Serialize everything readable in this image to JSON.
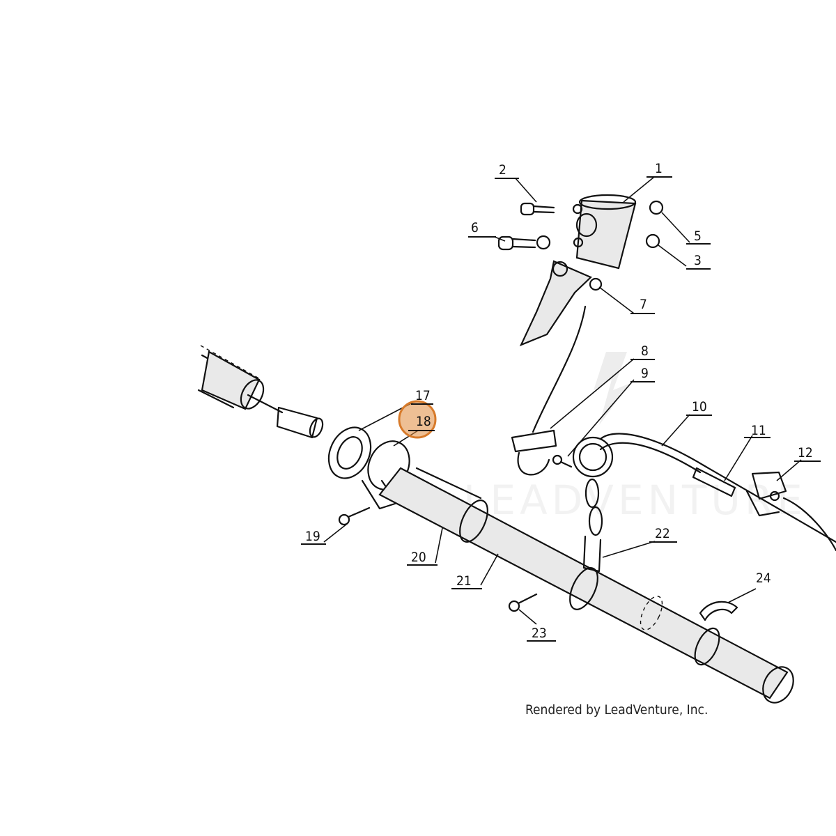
{
  "diagram": {
    "callouts": [
      {
        "id": "1",
        "label": "1"
      },
      {
        "id": "2",
        "label": "2"
      },
      {
        "id": "3",
        "label": "3"
      },
      {
        "id": "5",
        "label": "5"
      },
      {
        "id": "6",
        "label": "6"
      },
      {
        "id": "7",
        "label": "7"
      },
      {
        "id": "8",
        "label": "8"
      },
      {
        "id": "9",
        "label": "9"
      },
      {
        "id": "10",
        "label": "10"
      },
      {
        "id": "11",
        "label": "11"
      },
      {
        "id": "12",
        "label": "12"
      },
      {
        "id": "17",
        "label": "17"
      },
      {
        "id": "18",
        "label": "18"
      },
      {
        "id": "19",
        "label": "19"
      },
      {
        "id": "20",
        "label": "20"
      },
      {
        "id": "21",
        "label": "21"
      },
      {
        "id": "22",
        "label": "22"
      },
      {
        "id": "23",
        "label": "23"
      },
      {
        "id": "24",
        "label": "24"
      }
    ],
    "highlighted_callout": "18",
    "highlight_color": "#e08a3c",
    "watermark": "LEADVENTURE",
    "credit": "Rendered by LeadVenture, Inc."
  }
}
